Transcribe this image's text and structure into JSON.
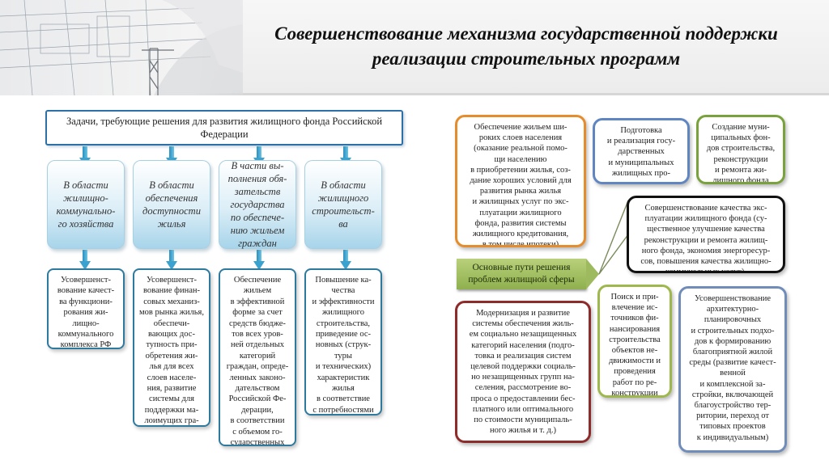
{
  "title": {
    "line1": "Совершенствование механизма государственной поддержки",
    "line2": "реализации строительных программ"
  },
  "left_diagram": {
    "header": "Задачи, требующие решения для развития жилищного фонда Российской Федерации",
    "areas": [
      "В области\nжилищно-\nкоммунально-\nго хозяйства",
      "В области\nобеспечения\nдоступности\nжилья",
      "В части вы-\nполнения обя-\nзательств\nгосударства\nпо обеспече-\nнию жильем\nграждан",
      "В области\nжилищного\nстроительст-\nва"
    ],
    "details": [
      "Усовершенст-\nвование качест-\nва функциони-\nрования жи-\nлищно-\nкоммунального\nкомплекса РФ",
      "Усовершенст-\nвование финан-\nсовых механиз-\nмов рынка жилья,\nобеспечи-\nвающих дос-\nтупность при-\nобретения жи-\nлья для всех\nслоев населе-\nния, развитие\nсистемы для\nподдержки ма-\nлоимущих гра-\nждан",
      "Обеспечение\nжильем\nв эффективной\nформе за счет\nсредств бюдже-\nтов всех уров-\nней отдельных\nкатегорий\nграждан, опреде-\nленных законо-\nдательством\nРоссийской Фе-\nдерации,\nв соответствии\nс объемом го-\nсударственных\nобязательств",
      "Повышение ка-\nчества\nи эффективности\nжилищного\nстроительства,\nприведение ос-\nновных (струк-\nтуры\nи технических)\nхарактеристик\nжилья\nв соответствие\nс потребностями\nнаселения"
    ]
  },
  "right_diagram": {
    "main": "Основные пути решения\nпроблем жилищной сферы",
    "boxes": [
      "Обеспечение жильем ши-\nроких слоев населения\n(оказание реальной помо-\nщи населению\nв приобретении жилья, соз-\nдание хороших условий для\nразвития рынка жилья\nи жилищных услуг по экс-\nплуатации жилищного\nфонда, развития системы\nжилищного кредитования,\nв том числе ипотеки)",
      "Подготовка\nи реализация госу-\nдарственных\nи муниципальных\nжилищных про-\nграмм и проектов",
      "Создание муни-\nципальных фон-\nдов строительства,\nреконструкции\nи ремонта жи-\nлищного фонда",
      "Совершенствование качества экс-\nплуатации жилищного фонда (су-\nщественное улучшение качества\nреконструкции и ремонта жилищ-\nного фонда, экономия энергоресур-\nсов, повышения качества жилищно-\nкоммунальных услуг).",
      "Модернизация и развитие\nсистемы обеспечения жиль-\nем социально незащищенных\nкатегорий населения (подго-\nтовка и реализация систем\nцелевой поддержки социаль-\nно незащищенных групп на-\nселения, рассмотрение во-\nпроса о предоставлении бес-\nплатного или оптимального\nпо стоимости муниципаль-\nного жилья и т. д.)",
      "Поиск и при-\nвлечение ис-\nточников фи-\nнансирования\nстроительства\nобъектов не-\nдвижимости и\nпроведения\nработ по ре-\nконструкции",
      "Усовершенствование\nархитектурно-\nпланировочных\nи строительных подхо-\nдов к формированию\nблагоприятной жилой\nсреды (развитие качест-\nвенной\nи комплексной за-\nстройки, включающей\nблагоустройство тер-\nритории, переход от\nтиповых проектов\nк индивидуальным)"
    ],
    "colors": {
      "orange": "#e58c2c",
      "blue": "#5f86c0",
      "green": "#7aa23c",
      "black": "#111111",
      "red": "#8e2b2b",
      "olive": "#9fb84e",
      "slate": "#6f8db8"
    }
  }
}
